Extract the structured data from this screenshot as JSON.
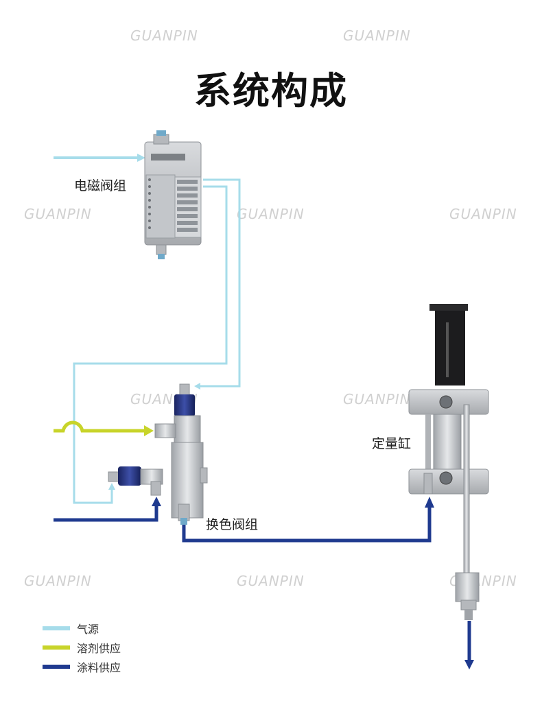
{
  "title": "系统构成",
  "labels": {
    "solenoid_valve_group": "电磁阀组",
    "metering_cylinder": "定量缸",
    "color_change_valve_group": "换色阀组"
  },
  "legend": [
    {
      "label": "气源",
      "color": "#a6dcea"
    },
    {
      "label": "溶剂供应",
      "color": "#c8d42a"
    },
    {
      "label": "涂料供应",
      "color": "#1f3a8f"
    }
  ],
  "watermark": "GUANPIN",
  "colors": {
    "air": "#a6dcea",
    "solvent": "#c8d42a",
    "paint": "#1f3a8f",
    "metal": "#c9cbcf"
  }
}
